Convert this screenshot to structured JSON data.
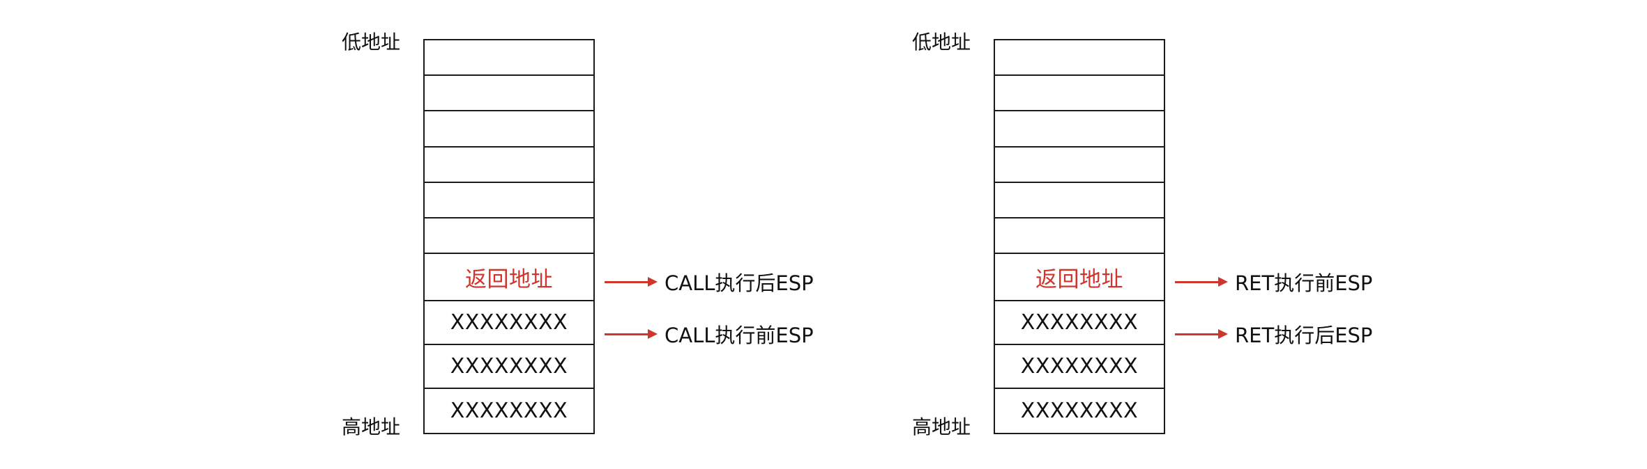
{
  "diagrams": [
    {
      "low_label": "低地址",
      "high_label": "高地址",
      "return_address_label": "返回地址",
      "data_cells": [
        "XXXXXXXX",
        "XXXXXXXX",
        "XXXXXXXX"
      ],
      "pointer_upper": "CALL执行后ESP",
      "pointer_lower": "CALL执行前ESP"
    },
    {
      "low_label": "低地址",
      "high_label": "高地址",
      "return_address_label": "返回地址",
      "data_cells": [
        "XXXXXXXX",
        "XXXXXXXX",
        "XXXXXXXX"
      ],
      "pointer_upper": "RET执行前ESP",
      "pointer_lower": "RET执行后ESP"
    }
  ],
  "colors": {
    "highlight": "#d0352c",
    "line": "#1a1a1a",
    "background": "#ffffff"
  }
}
